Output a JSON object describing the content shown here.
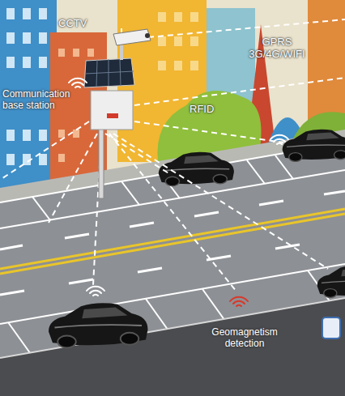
{
  "diagram": {
    "labels": [
      "CCTV",
      "GPRS 3G/4G/WIFI",
      "Communication base station",
      "RFID",
      "Geomagnetism detection"
    ]
  }
}
